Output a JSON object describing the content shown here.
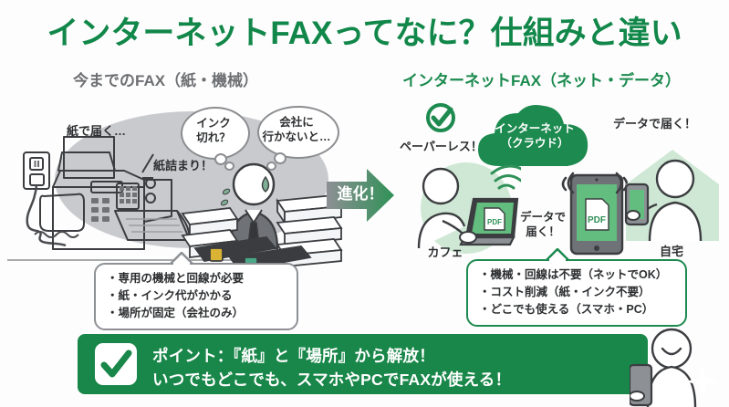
{
  "title": "インターネットFAXってなに？仕組みと違い",
  "headings": {
    "left": "今までのFAX（紙・機械）",
    "right": "インターネットFAX（ネット・データ）"
  },
  "left_panel": {
    "callouts": [
      {
        "name": "paper-arrives",
        "text": "紙で届く…"
      },
      {
        "name": "ink-out",
        "line1": "インク",
        "line2": "切れ？"
      },
      {
        "name": "must-go-office",
        "line1": "会社に",
        "line2": "行かないと…"
      },
      {
        "name": "paper-jam",
        "text": "紙詰まり！"
      }
    ],
    "bullets": [
      "・専用の機械と回線が必要",
      "・紙・インク代がかかる",
      "・場所が固定（会社のみ）"
    ]
  },
  "arrow": {
    "label": "進化！"
  },
  "right_panel": {
    "paperless_label": "ペーパーレス！",
    "cloud": {
      "line1": "インターネット",
      "line2": "（クラウド）"
    },
    "data_arrives_top": "データで届く！",
    "data_arrives_mid": {
      "line1": "データで",
      "line2": "届く！"
    },
    "cafe_label": "カフェ",
    "home_label": "自宅",
    "pdf_label": "PDF",
    "bullets": [
      "・機械・回線は不要（ネットでOK）",
      "・コスト削減（紙・インク不要）",
      "・どこでも使える（スマホ・PC）"
    ]
  },
  "banner": {
    "line1": "ポイント：『紙』と『場所』から解放！",
    "line2": "いつでもどこでも、スマホやPCでFAXが使える！"
  },
  "colors": {
    "brand_green": "#12874a",
    "banner_green": "#198749",
    "cloud_green": "#1d8a4f",
    "gray_text": "#6d6f72",
    "light_green": "#bfe3cb",
    "screen_green": "#4caf6f",
    "background": "#fdfdfd"
  }
}
